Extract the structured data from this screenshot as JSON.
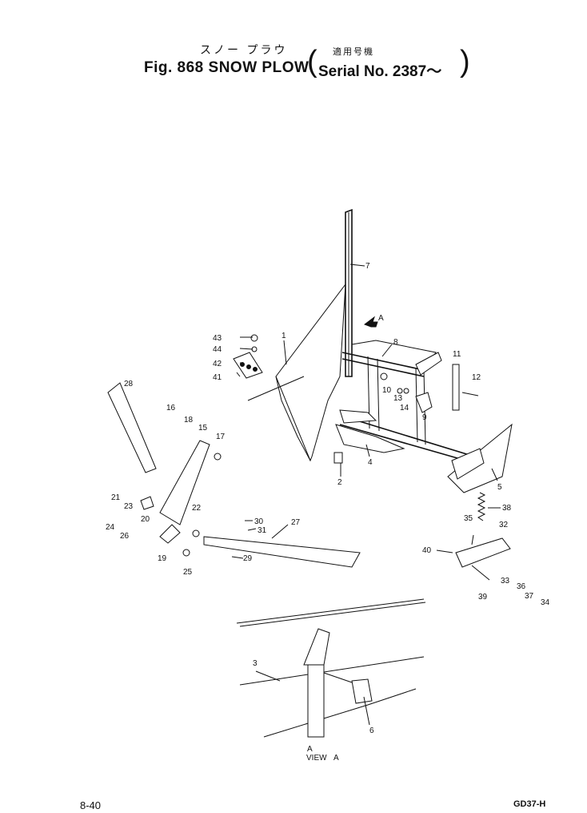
{
  "header": {
    "title_jp": "スノー プラウ",
    "title_main": "Fig. 868 SNOW PLOW",
    "serial_jp": "適用号機",
    "serial_text": "Serial No. 2387～",
    "paren_open": "(",
    "paren_close": ")"
  },
  "footer": {
    "page_number": "8-40",
    "model_code": "GD37-H"
  },
  "view": {
    "arrow_label": "A",
    "view_label": "VIEW",
    "view_letter": "A",
    "view_mark": "A"
  },
  "callouts": [
    "1",
    "2",
    "3",
    "4",
    "5",
    "6",
    "7",
    "8",
    "9",
    "10",
    "11",
    "12",
    "13",
    "14",
    "15",
    "16",
    "17",
    "18",
    "19",
    "20",
    "21",
    "22",
    "23",
    "24",
    "25",
    "26",
    "27",
    "28",
    "29",
    "30",
    "31",
    "32",
    "33",
    "34",
    "35",
    "36",
    "37",
    "38",
    "39",
    "40",
    "41",
    "42",
    "43",
    "44"
  ]
}
